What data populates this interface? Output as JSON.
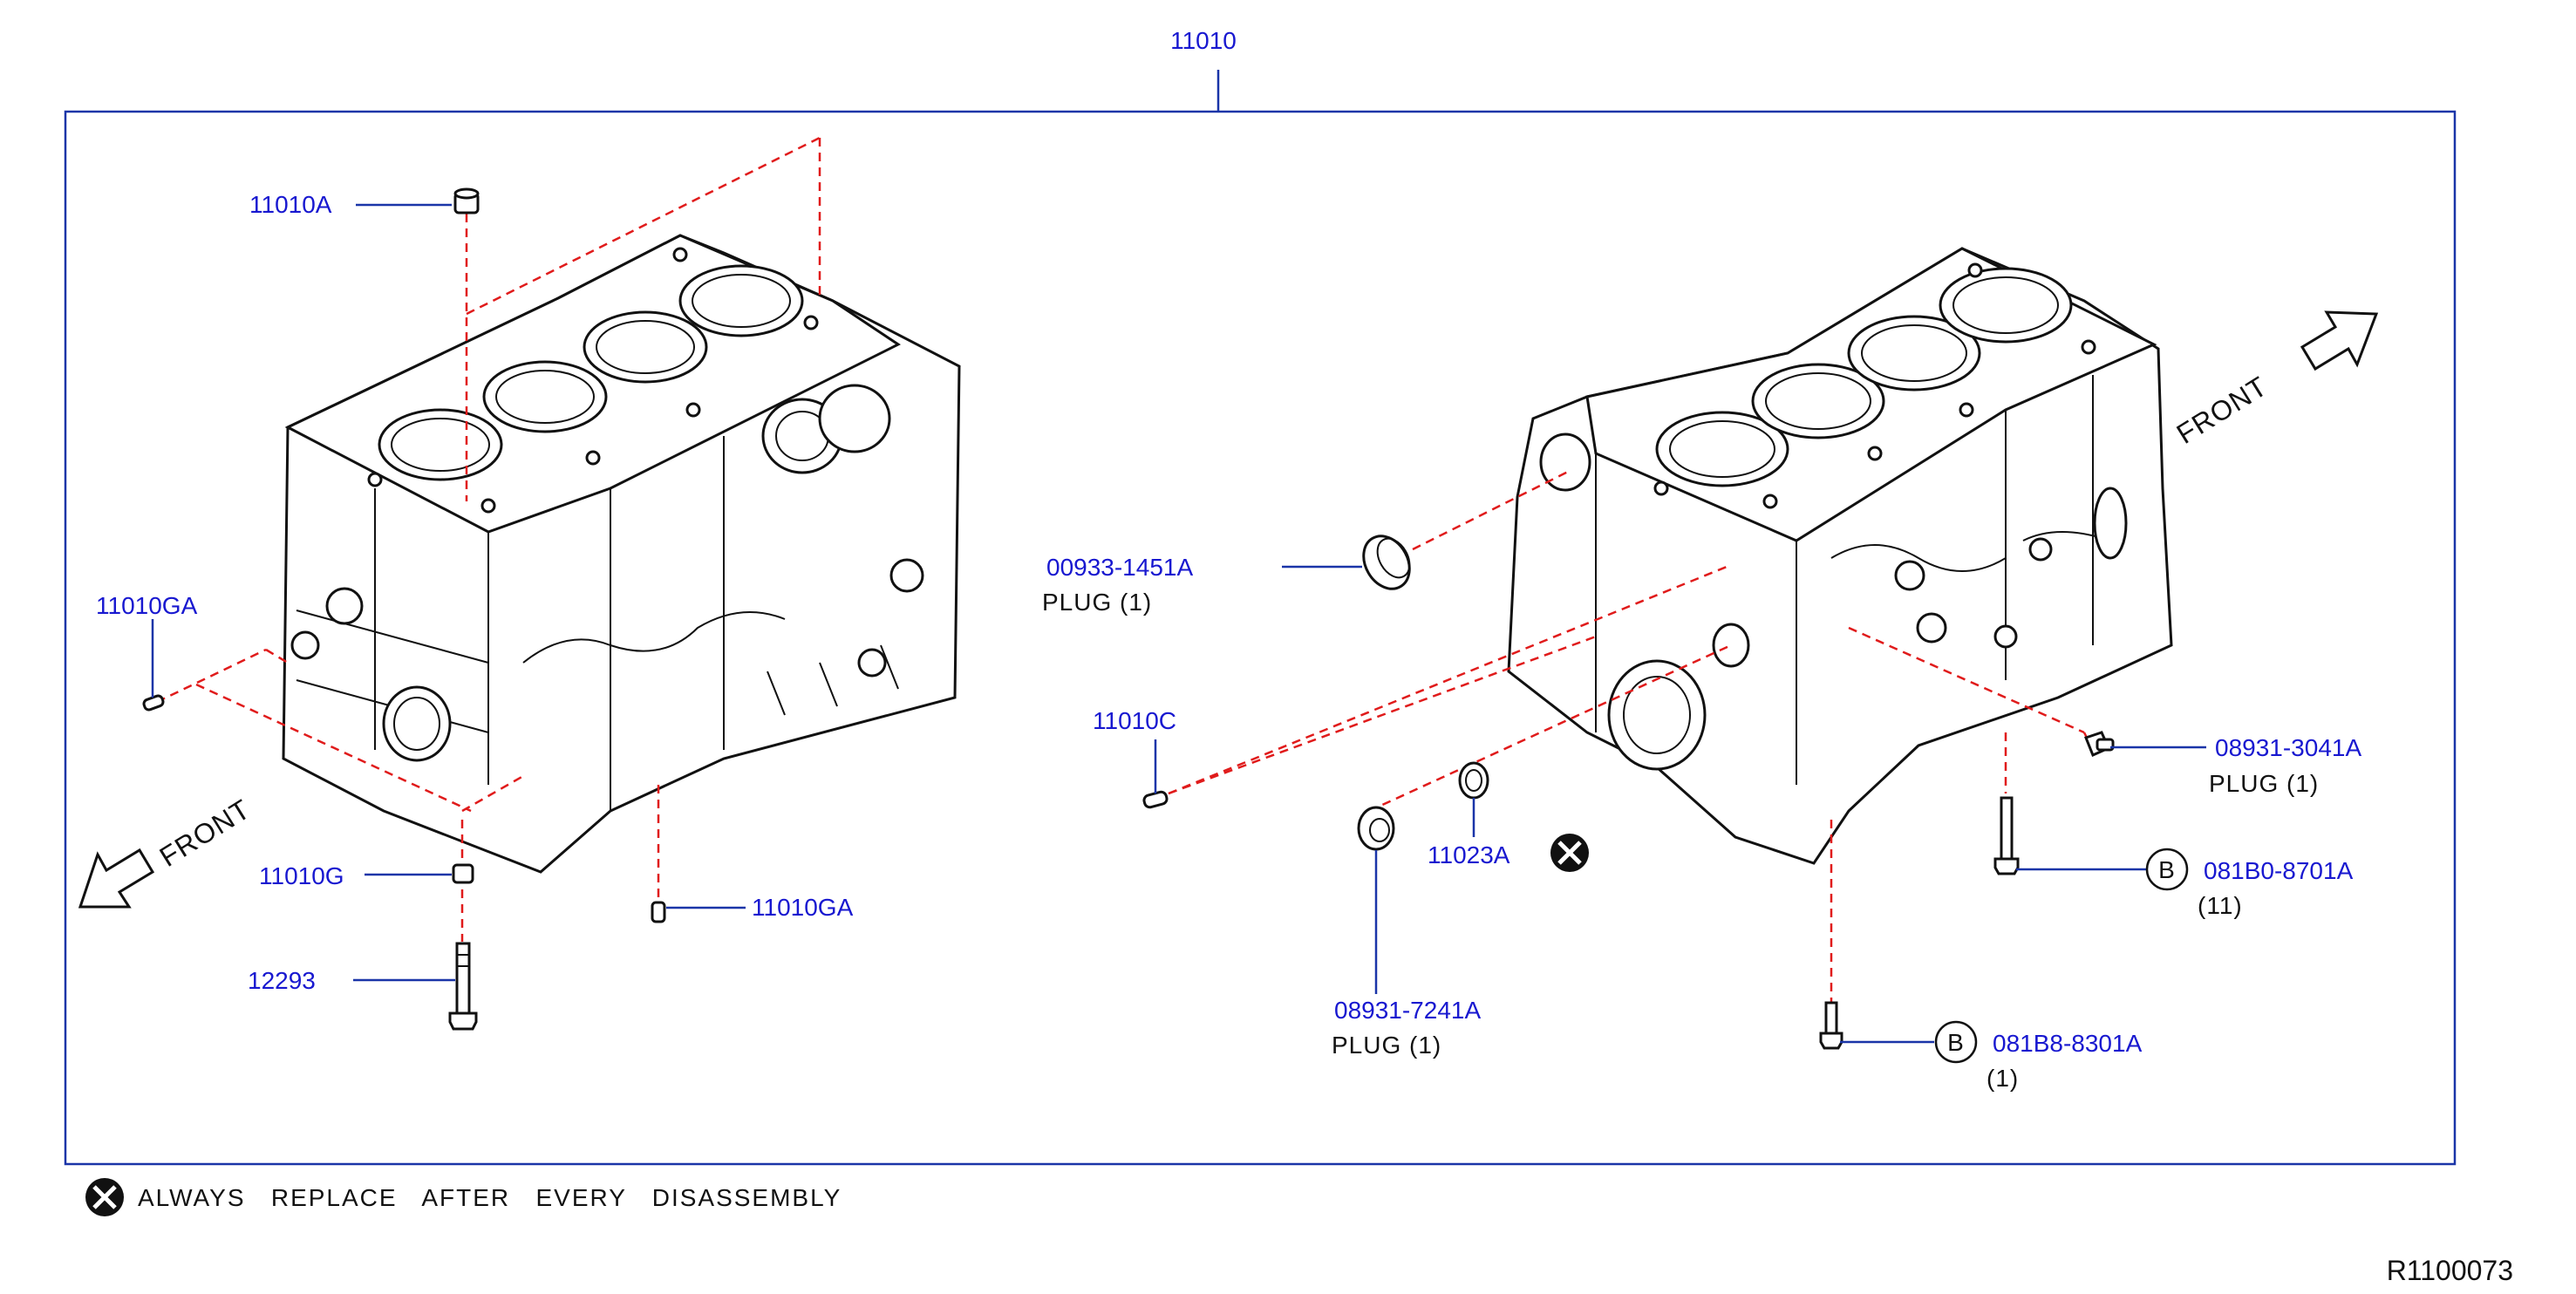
{
  "assembly_callout": "11010",
  "drawing_ref": "R1100073",
  "legend": {
    "text": "ALWAYS   REPLACE   AFTER   EVERY   DISASSEMBLY"
  },
  "front_label": "FRONT",
  "marker_letter": "B",
  "callouts": {
    "p_11010A": "11010A",
    "p_11010GA_left": "11010GA",
    "p_11010G": "11010G",
    "p_12293": "12293",
    "p_11010GA_bottom": "11010GA",
    "p_00933_1451A": "00933-1451A",
    "p_11010C": "11010C",
    "p_11023A": "11023A",
    "p_08931_7241A": "08931-7241A",
    "p_08931_3041A": "08931-3041A",
    "p_081B0_8701A": "081B0-8701A",
    "p_081B8_8301A": "081B8-8301A"
  },
  "captions": {
    "plug_00933": "PLUG   (1)",
    "plug_08931_7241A": "PLUG   (1)",
    "plug_08931_3041A": "PLUG   (1)",
    "qty_081B0": "(11)",
    "qty_081B8": "(1)"
  },
  "colors": {
    "callout_blue": "#1818d0",
    "frame_blue": "#1a35a8",
    "dash_red": "#e01b1b",
    "line_black": "#111111"
  }
}
